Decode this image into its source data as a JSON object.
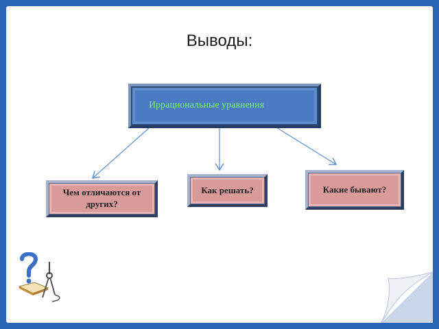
{
  "title": "Выводы:",
  "root": {
    "label": "Иррациональные уравнения"
  },
  "children": [
    {
      "label": "Чем отличаются от других?"
    },
    {
      "label": "Как решать?"
    },
    {
      "label": "Какие бывают?"
    }
  ],
  "colors": {
    "frame": "#2a64b4",
    "root_fill": "#4a7bc2",
    "root_text": "#7cf26a",
    "child_fill": "#d99a9a",
    "arrow": "#5b8fd6"
  },
  "decoration": {
    "icon": "question-mark-book-compass-icon"
  }
}
